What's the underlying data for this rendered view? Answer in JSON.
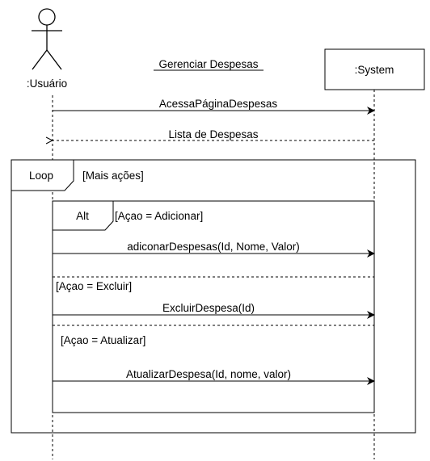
{
  "diagram": {
    "title": "Gerenciar Despesas",
    "actor": {
      "label": ":Usuário"
    },
    "system": {
      "label": ":System"
    },
    "messages": {
      "access": "AcessaPáginaDespesas",
      "list_return": "Lista de Despesas",
      "add": "adiconarDespesas(Id, Nome, Valor)",
      "delete": "ExcluirDespesa(Id)",
      "update": "AtualizarDespesa(Id, nome, valor)"
    },
    "loop": {
      "operator": "Loop",
      "guard": "[Mais ações]"
    },
    "alt": {
      "operator": "Alt",
      "guard_add": "[Açao = Adicionar]",
      "guard_delete": "[Açao = Excluir]",
      "guard_update": "[Açao = Atualizar]"
    }
  }
}
